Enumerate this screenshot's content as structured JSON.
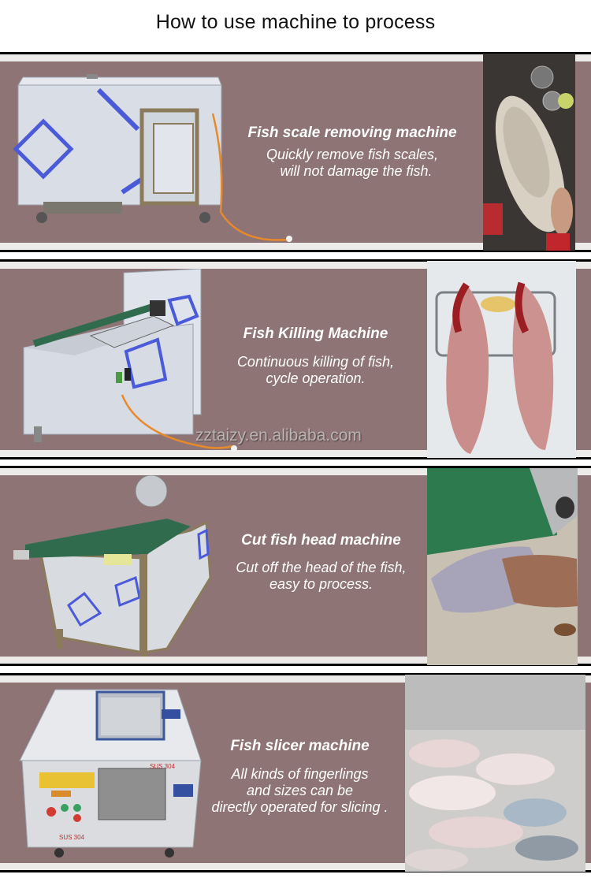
{
  "page": {
    "title": "How to use machine to process",
    "watermark": "zztaizy.en.alibaba.com",
    "colors": {
      "panel_brown": "#8e7474",
      "band_gray": "#ecebe9",
      "rule_black": "#000000",
      "text_white": "#ffffff"
    }
  },
  "sections": [
    {
      "heading": "Fish scale removing machine",
      "desc_lines": [
        "Quickly remove fish scales,",
        "will not damage the fish."
      ],
      "machine_image": "fish-scale-removing-machine",
      "photo": "whole-fish-with-scales-on-machine"
    },
    {
      "heading": "Fish Killing Machine",
      "desc_lines": [
        "Continuous killing of fish,",
        "cycle operation."
      ],
      "machine_image": "fish-killing-machine-conveyor",
      "photo": "two-split-gutted-fish"
    },
    {
      "heading": "Cut fish head machine",
      "desc_lines": [
        "Cut off the head of the fish,",
        "easy to process."
      ],
      "machine_image": "fish-head-cutting-machine",
      "photo": "hand-holding-fish-at-conveyor"
    },
    {
      "heading": "Fish slicer machine",
      "desc_lines": [
        "All kinds of fingerlings",
        "and sizes can be",
        "directly operated for slicing ."
      ],
      "machine_image": "fish-slicer-machine-sus304",
      "photo": "sliced-fish-fillets-pile"
    }
  ]
}
